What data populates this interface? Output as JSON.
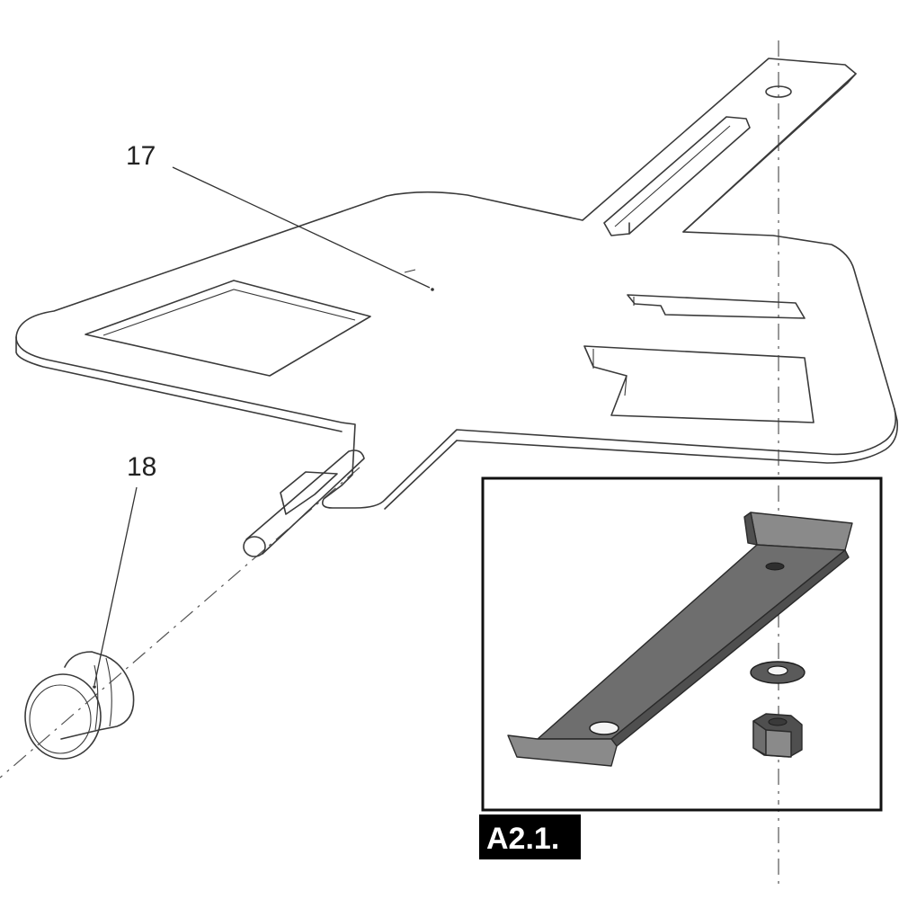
{
  "callouts": {
    "part_17": "17",
    "part_18": "18"
  },
  "detail": {
    "label": "A2.1."
  },
  "colors": {
    "line": "#3a3a3a",
    "steel": "#6e6e6e",
    "label_background": "#000000",
    "label_text": "#ffffff"
  }
}
